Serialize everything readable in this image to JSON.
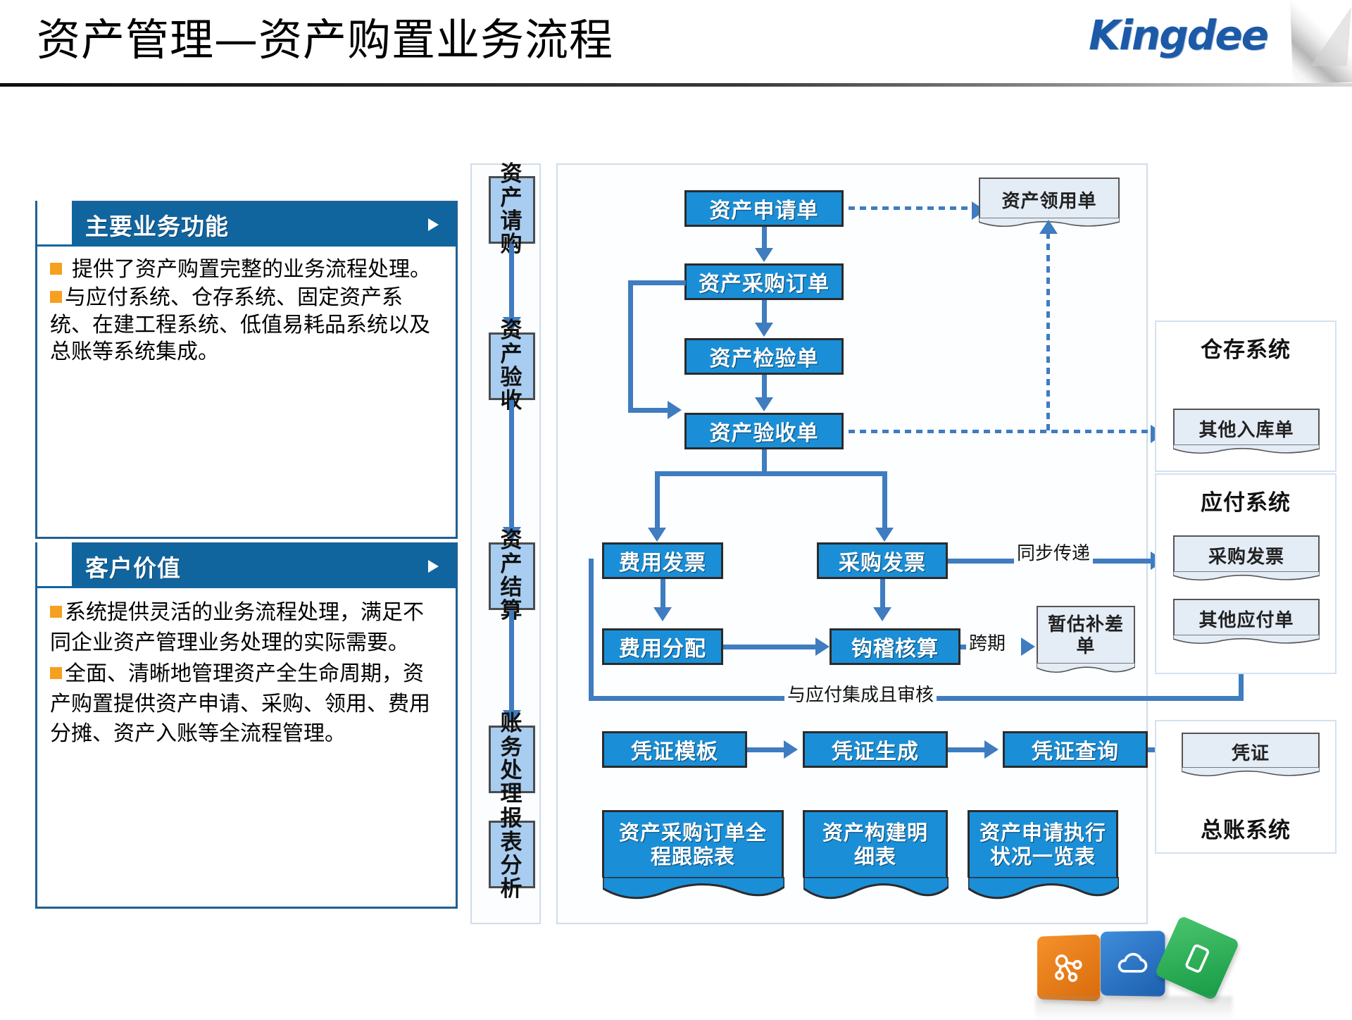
{
  "header": {
    "title": "资产管理—资产购置业务流程",
    "brand": "Kingdee"
  },
  "panels": [
    {
      "id": "main",
      "title": "主要业务功能",
      "expand_icon": "triangle-right-icon",
      "bullets": [
        "提供了资产购置完整的业务流程处理。",
        "与应付系统、仓存系统、固定资产系统、在建工程系统、低值易耗品系统以及总账等系统集成。"
      ]
    },
    {
      "id": "value",
      "title": "客户价值",
      "expand_icon": "triangle-right-icon",
      "bullets": [
        "系统提供灵活的业务流程处理，满足不同企业资产管理业务处理的实际需要。",
        "全面、清晰地管理资产全生命周期，资产购置提供资产申请、采购、领用、费用分摊、资产入账等全流程管理。"
      ]
    }
  ],
  "flow": {
    "stages": [
      {
        "label_line1": "资产",
        "label_line2": "请购"
      },
      {
        "label_line1": "资产",
        "label_line2": "验收"
      },
      {
        "label_line1": "资产",
        "label_line2": "结算"
      },
      {
        "label_line1": "账务",
        "label_line2": "处理"
      },
      {
        "label_line1": "报表",
        "label_line2": "分析"
      }
    ],
    "nodes": {
      "asset_request": "资产申请单",
      "purchase_order": "资产采购订单",
      "inspection": "资产检验单",
      "acceptance": "资产验收单",
      "expense_invoice": "费用发票",
      "expense_allocation": "费用分配",
      "purchase_invoice": "采购发票",
      "reconciliation": "钩稽核算",
      "voucher_template": "凭证模板",
      "voucher_generate": "凭证生成",
      "voucher_query": "凭证查询"
    },
    "documents": {
      "asset_issue": "资产领用单",
      "provisional_diff_l1": "暂估补差",
      "provisional_diff_l2": "单"
    },
    "reports": [
      {
        "line1": "资产采购订单全",
        "line2": "程跟踪表"
      },
      {
        "line1": "资产构建明",
        "line2": "细表"
      },
      {
        "line1": "资产申请执行",
        "line2": "状况一览表"
      }
    ],
    "edge_labels": {
      "sync_transfer": "同步传递",
      "cross_period": "跨期",
      "payable_integrated_audited": "与应付集成且审核"
    }
  },
  "systems": [
    {
      "id": "inventory",
      "title": "仓存系统",
      "title_position": "top",
      "documents": [
        "其他入库单"
      ]
    },
    {
      "id": "payable",
      "title": "应付系统",
      "title_position": "top",
      "documents": [
        "采购发票",
        "其他应付单"
      ]
    },
    {
      "id": "general_ledger",
      "title": "总账系统",
      "title_position": "bottom",
      "documents": [
        "凭证"
      ]
    }
  ],
  "footer_logo": {
    "cubes": [
      "network-cube-icon",
      "cloud-cube-icon",
      "mobile-cube-icon"
    ]
  },
  "colors": {
    "brand_blue": "#1c5aa8",
    "panel_header": "#11659f",
    "panel_border": "#1f6094",
    "bullet_orange": "#f5a01e",
    "node_blue": "#1a8fd8",
    "stage_blue": "#a8cdf0",
    "connector_blue": "#3f7cc0",
    "doc_fill": "#e4ecf6"
  }
}
